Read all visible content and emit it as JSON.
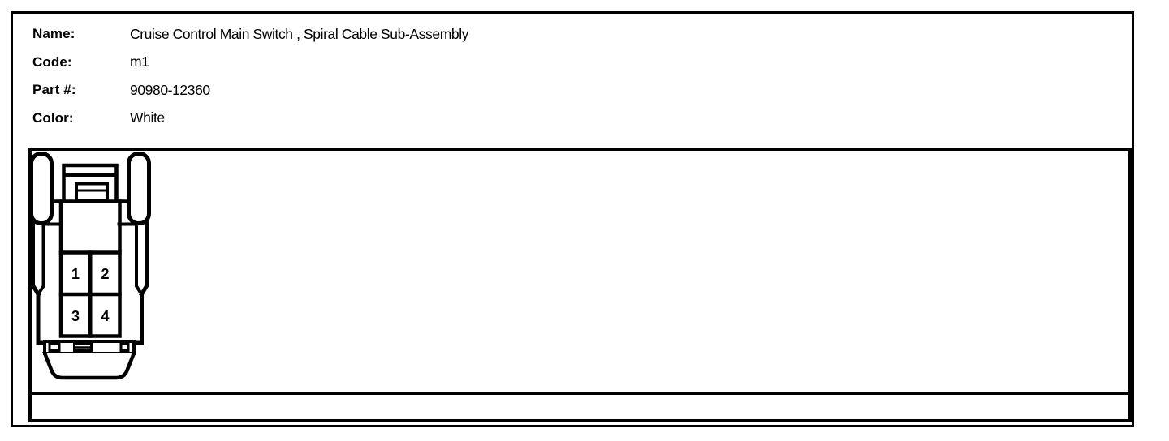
{
  "page": {
    "background": "#ffffff",
    "line_color": "#000000"
  },
  "header": {
    "fields": [
      {
        "label": "Name:",
        "value": "Cruise Control Main Switch , Spiral Cable Sub-Assembly"
      },
      {
        "label": "Code:",
        "value": "m1"
      },
      {
        "label": "Part #:",
        "value": "90980-12360"
      },
      {
        "label": "Color:",
        "value": "White"
      }
    ]
  },
  "diagram": {
    "pins": [
      "1",
      "2",
      "3",
      "4"
    ]
  }
}
